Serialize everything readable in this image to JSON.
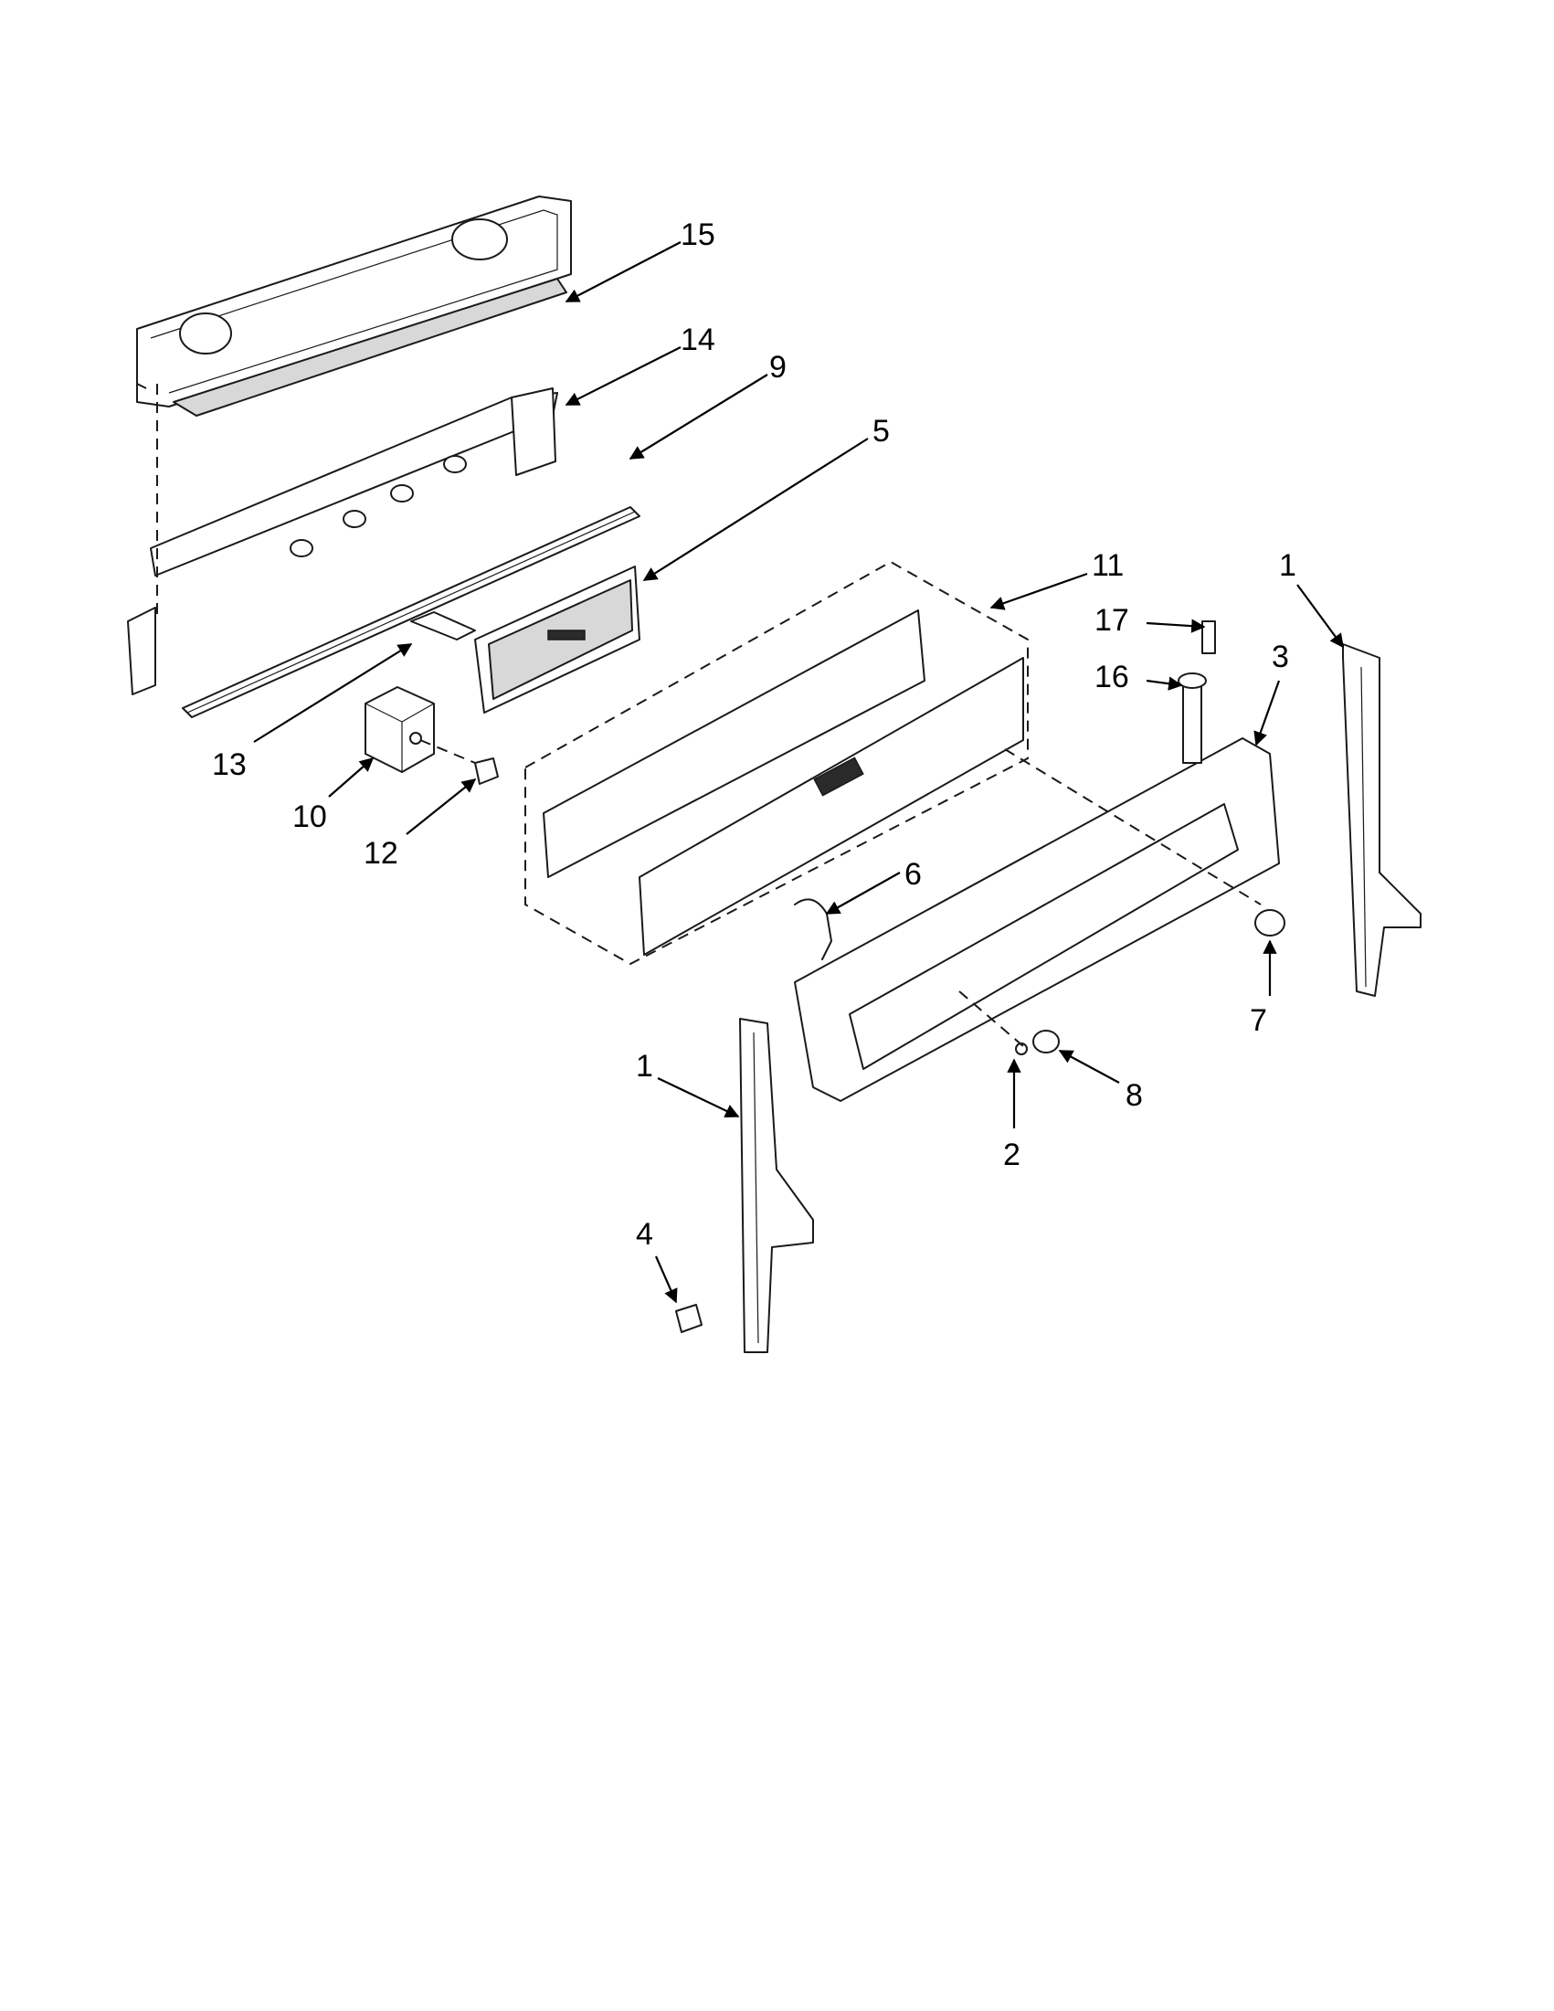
{
  "diagram": {
    "callouts": [
      {
        "id": "c15",
        "label": "15"
      },
      {
        "id": "c14",
        "label": "14"
      },
      {
        "id": "c9",
        "label": "9"
      },
      {
        "id": "c5",
        "label": "5"
      },
      {
        "id": "c11",
        "label": "11"
      },
      {
        "id": "c17",
        "label": "17"
      },
      {
        "id": "c16",
        "label": "16"
      },
      {
        "id": "c3",
        "label": "3"
      },
      {
        "id": "c1a",
        "label": "1"
      },
      {
        "id": "c13",
        "label": "13"
      },
      {
        "id": "c10",
        "label": "10"
      },
      {
        "id": "c12",
        "label": "12"
      },
      {
        "id": "c6",
        "label": "6"
      },
      {
        "id": "c7",
        "label": "7"
      },
      {
        "id": "c8",
        "label": "8"
      },
      {
        "id": "c2",
        "label": "2"
      },
      {
        "id": "c1b",
        "label": "1"
      },
      {
        "id": "c4",
        "label": "4"
      }
    ]
  }
}
